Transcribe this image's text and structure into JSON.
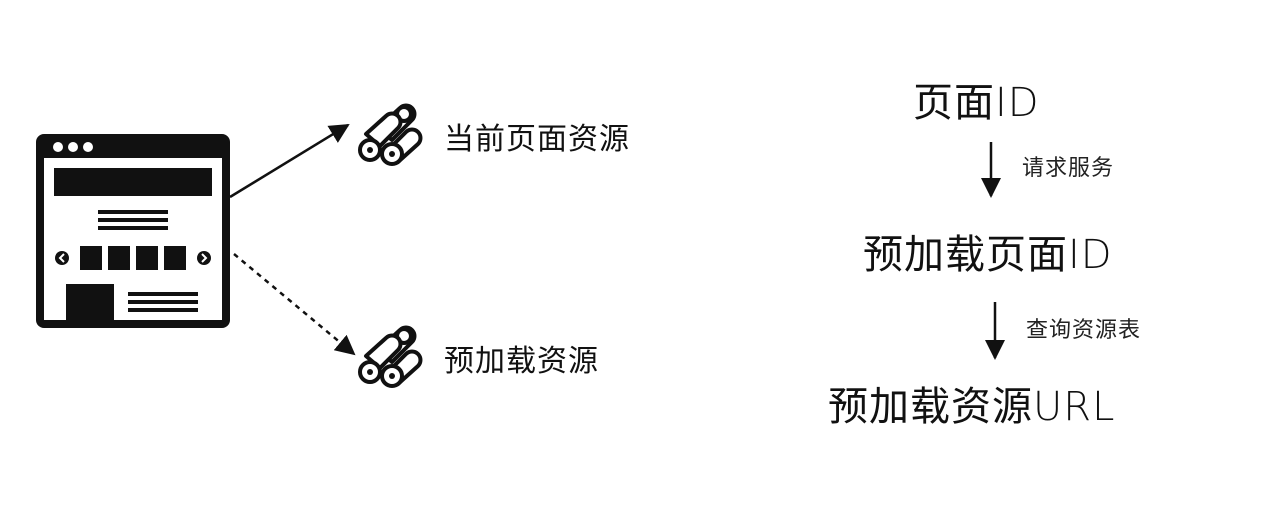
{
  "left": {
    "current_resources_label": "当前页面资源",
    "preload_resources_label": "预加载资源"
  },
  "flow": {
    "page_id": "页面ID",
    "step1_label": "请求服务",
    "preload_page_id": "预加载页面ID",
    "step2_label": "查询资源表",
    "preload_resource_url": "预加载资源URL"
  },
  "icons": {
    "webpage": "webpage-icon",
    "resource_current": "logs-icon",
    "resource_preload": "logs-icon"
  },
  "colors": {
    "ink": "#111111",
    "background": "#ffffff"
  }
}
